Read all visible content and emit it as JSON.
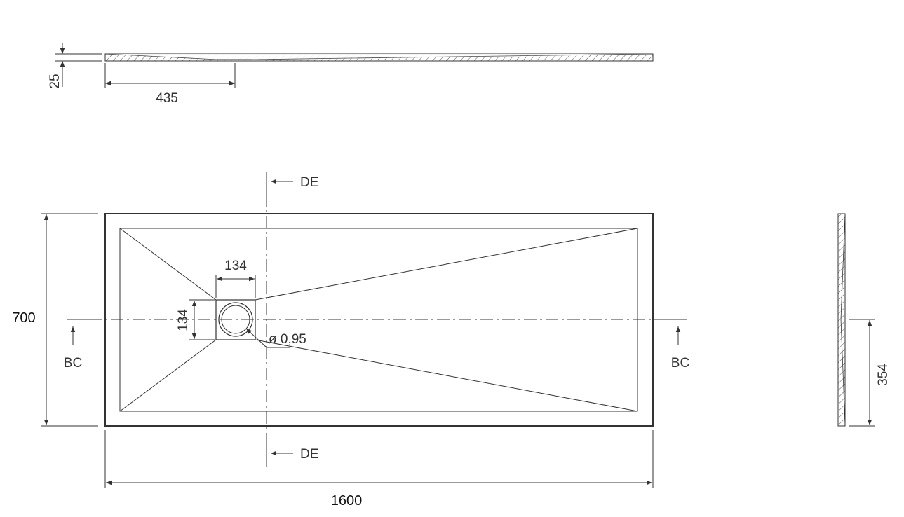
{
  "drawing": {
    "labels": {
      "top_thickness": "25",
      "top_drain_offset": "435",
      "section_de_top": "DE",
      "section_de_bottom": "DE",
      "section_bc_left": "BC",
      "section_bc_right": "BC",
      "width_700": "700",
      "drain_width": "134",
      "drain_height": "134",
      "drain_diameter": "ø 0,95",
      "length_1600": "1600",
      "side_offset": "354"
    },
    "colors": {
      "line": "#333333",
      "hatch": "#555555",
      "background": "#ffffff"
    }
  }
}
